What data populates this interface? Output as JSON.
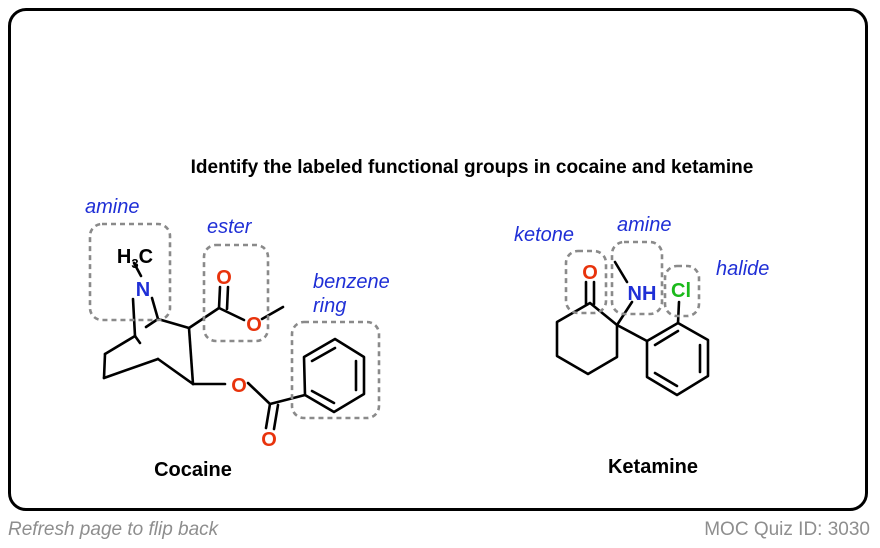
{
  "title": "Identify the labeled functional groups in cocaine and ketamine",
  "cocaine": {
    "name": "Cocaine",
    "labels": {
      "amine": "amine",
      "ester": "ester",
      "benzene_line1": "benzene",
      "benzene_line2": "ring"
    },
    "atoms": {
      "n": "N",
      "o_carbonyl_top": "O",
      "o_ester_top": "O",
      "o_ester_bottom": "O",
      "o_carbonyl_bottom": "O",
      "methyl_h": "H",
      "methyl_sub": "3",
      "methyl_c": "C"
    }
  },
  "ketamine": {
    "name": "Ketamine",
    "labels": {
      "ketone": "ketone",
      "amine": "amine",
      "halide": "halide"
    },
    "atoms": {
      "o": "O",
      "nh": "NH",
      "cl": "Cl"
    }
  },
  "footer": {
    "left": "Refresh page to flip back",
    "right": "MOC Quiz ID: 3030"
  },
  "colors": {
    "label": "#1f2fd6",
    "oxygen": "#e8330c",
    "nitrogen": "#1f2fd6",
    "chlorine": "#1bb91b",
    "box": "#8a8a8a"
  }
}
